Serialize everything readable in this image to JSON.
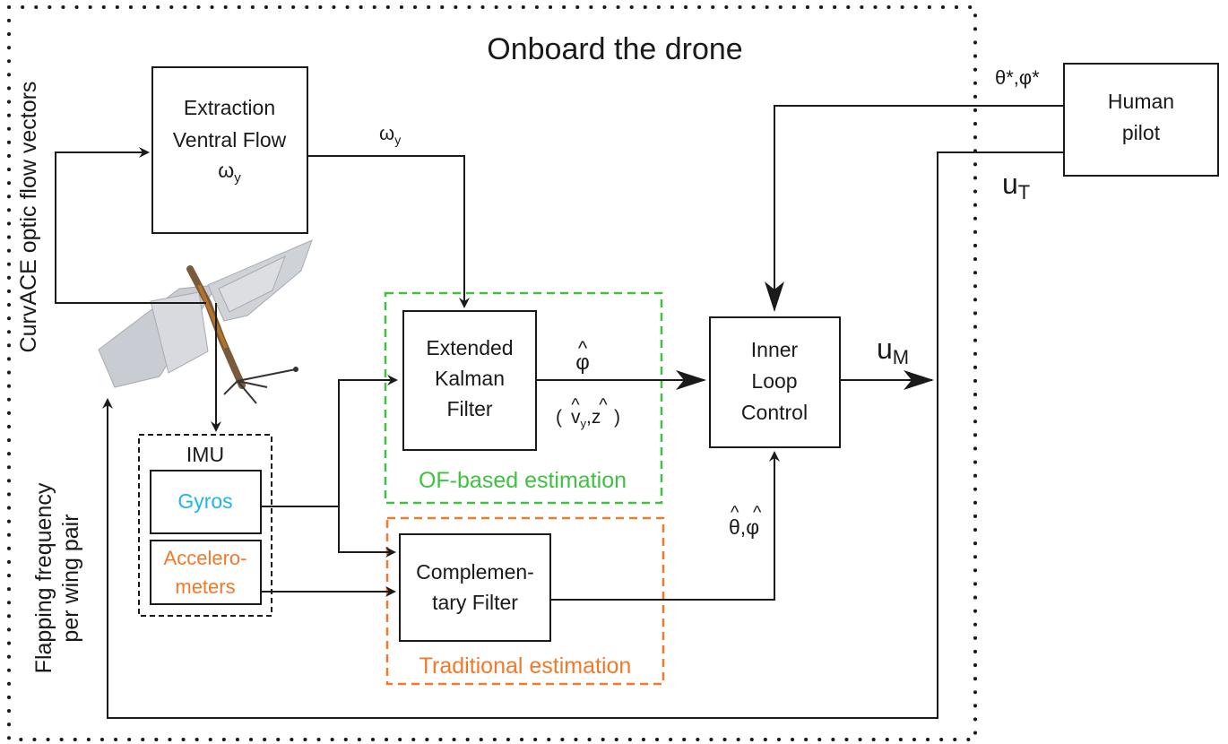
{
  "colors": {
    "text": "#1a1a1a",
    "green": "#3ec23e",
    "orange": "#f07a2a",
    "cyan": "#1fb6e8",
    "wing": "#c9ccd2"
  },
  "title": "Onboard the drone",
  "side_labels": {
    "optic_flow": "CurvACE optic flow vectors",
    "flapping_line1": "Flapping frequency",
    "flapping_line2": "per wing pair"
  },
  "blocks": {
    "extraction": {
      "line1": "Extraction",
      "line2": "Ventral Flow",
      "line3": "ω",
      "line3_sub": "y"
    },
    "ekf": {
      "line1": "Extended",
      "line2": "Kalman",
      "line3": "Filter"
    },
    "complementary": {
      "line1": "Complemen-",
      "line2": "tary Filter"
    },
    "inner_loop": {
      "line1": "Inner",
      "line2": "Loop",
      "line3": "Control"
    },
    "human_pilot": {
      "line1": "Human",
      "line2": "pilot"
    },
    "imu": {
      "title": "IMU",
      "gyros": "Gyros",
      "accel_line1": "Accelero-",
      "accel_line2": "meters"
    }
  },
  "regions": {
    "of_based": "OF-based estimation",
    "traditional": "Traditional estimation"
  },
  "signals": {
    "omega": "ω",
    "omega_sub": "y",
    "phi_hat": "φ",
    "vz_open": "(",
    "vz_v": "v",
    "vz_sub": "y",
    "vz_comma": ",",
    "vz_z": "z",
    "vz_close": ")",
    "hat_mark": "^",
    "theta_phi_hat_theta": "θ",
    "theta_phi_hat_comma": ",",
    "theta_phi_hat_phi": "φ",
    "setpoints": "θ*,φ*",
    "u_m": "u",
    "u_m_sub": "M",
    "u_t": "u",
    "u_t_sub": "T"
  }
}
